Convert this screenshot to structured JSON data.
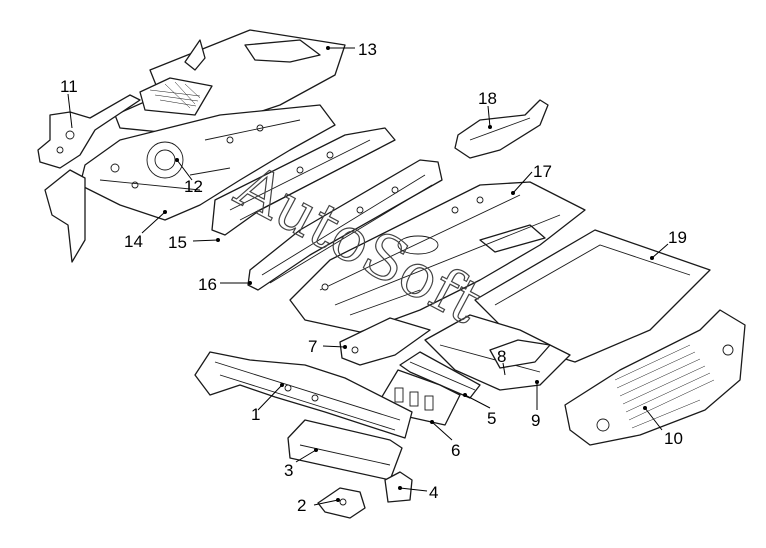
{
  "watermark": {
    "text": "AutoSoft",
    "color": "#444444"
  },
  "line_color": "#1a1a1a",
  "background": "#ffffff",
  "callouts": [
    {
      "id": "1",
      "label": "1"
    },
    {
      "id": "2",
      "label": "2"
    },
    {
      "id": "3",
      "label": "3"
    },
    {
      "id": "4",
      "label": "4"
    },
    {
      "id": "5",
      "label": "5"
    },
    {
      "id": "6",
      "label": "6"
    },
    {
      "id": "7",
      "label": "7"
    },
    {
      "id": "8",
      "label": "8"
    },
    {
      "id": "9",
      "label": "9"
    },
    {
      "id": "10",
      "label": "10"
    },
    {
      "id": "11",
      "label": "11"
    },
    {
      "id": "12",
      "label": "12"
    },
    {
      "id": "13",
      "label": "13"
    },
    {
      "id": "14",
      "label": "14"
    },
    {
      "id": "15",
      "label": "15"
    },
    {
      "id": "16",
      "label": "16"
    },
    {
      "id": "17",
      "label": "17"
    },
    {
      "id": "18",
      "label": "18"
    },
    {
      "id": "19",
      "label": "19"
    }
  ]
}
